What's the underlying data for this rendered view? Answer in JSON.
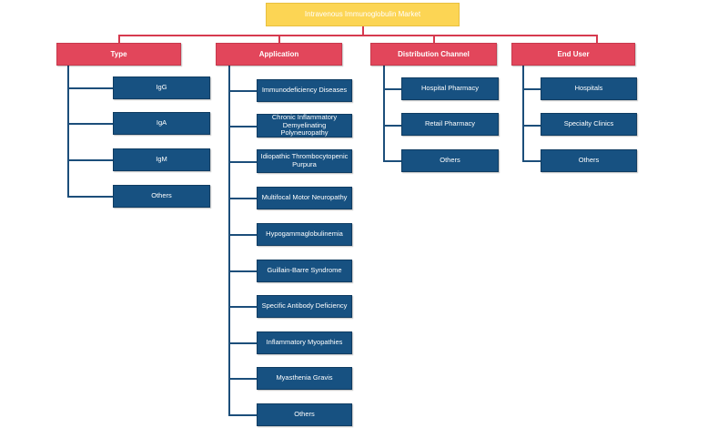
{
  "root": {
    "label": "Intravenous Immunoglobulin Market"
  },
  "type": {
    "label": "Type",
    "items": [
      "IgG",
      "IgA",
      "IgM",
      "Others"
    ]
  },
  "application": {
    "label": "Application",
    "items": [
      "Immunodeficiency Diseases",
      "Chronic Inflammatory Demyelinating Polyneuropathy",
      "Idiopathic Thrombocytopenic Purpura",
      "Multifocal Motor Neuropathy",
      "Hypogammaglobulinemia",
      "Guillain-Barre Syndrome",
      "Specific Antibody Deficiency",
      "Inflammatory Myopathies",
      "Myasthenia Gravis",
      "Others"
    ]
  },
  "distribution": {
    "label": "Distribution Channel",
    "items": [
      "Hospital Pharmacy",
      "Retail Pharmacy",
      "Others"
    ]
  },
  "end_user": {
    "label": "End User",
    "items": [
      "Hospitals",
      "Specialty Clinics",
      "Others"
    ]
  },
  "colors": {
    "root": "#fcd554",
    "category": "#e2465b",
    "leaf": "#175181",
    "connector_red": "#d63a4f",
    "connector_blue": "#1c4e7a"
  }
}
